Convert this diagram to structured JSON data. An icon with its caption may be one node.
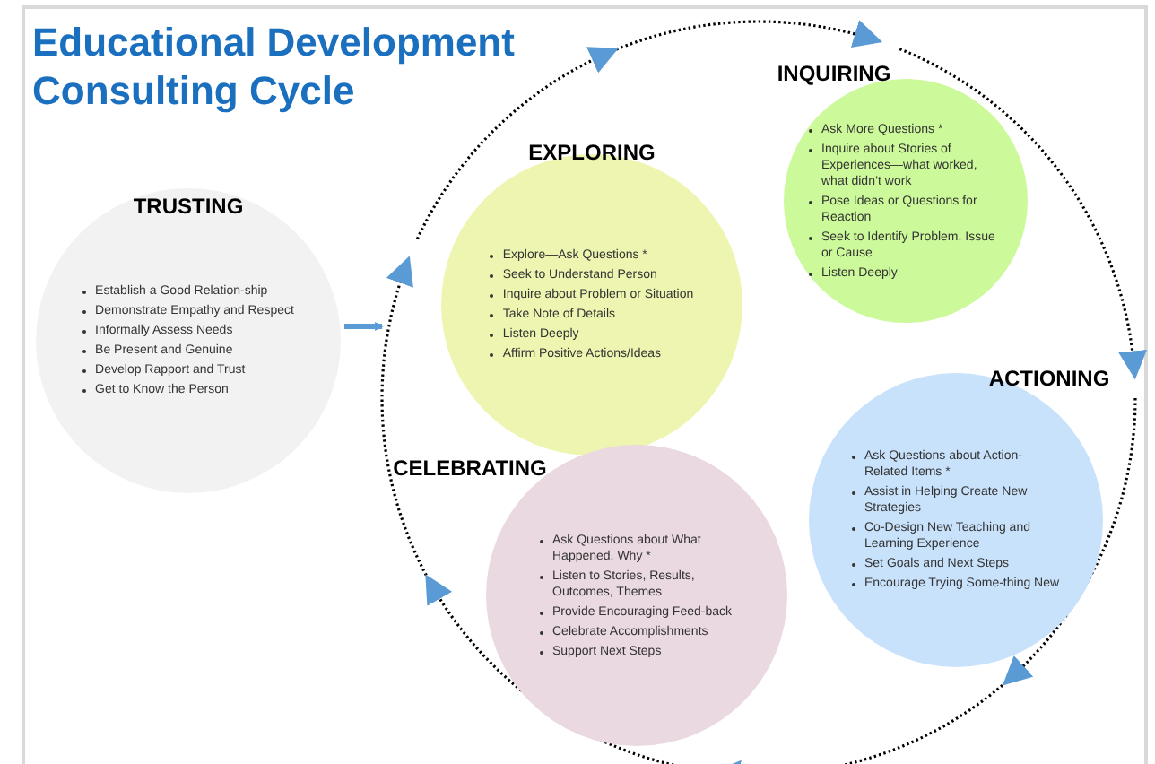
{
  "diagram": {
    "title": "Educational Development Consulting Cycle",
    "nodes": [
      {
        "text": [
          "TRUSTING",
          "Establish a Good Relation-ship",
          "Demonstrate Empathy and Respect",
          "Informally Assess Needs",
          "Be Present and Genuine",
          "Develop Rapport and Trust",
          "Get to Know the Person"
        ]
      },
      {
        "text": [
          "EXPLORING",
          "Explore—Ask Questions *",
          "Seek to Understand Person",
          "Inquire about Problem or Situation",
          "Take Note of Details",
          "Listen Deeply",
          "Affirm Positive Actions/Ideas"
        ]
      },
      {
        "text": [
          "INQUIRING",
          "Ask More Questions *",
          "Inquire about Stories of Experiences—what worked, what didn’t work",
          "Pose Ideas or Questions for Reaction",
          "Seek to Identify Problem, Issue or Cause",
          "Listen Deeply"
        ]
      },
      {
        "text": [
          "ACTIONING",
          "Ask Questions about Action-Related Items *",
          "Assist in Helping Create New Strategies",
          "Co-Design New Teaching and Learning Experience",
          "Set Goals and Next Steps",
          "Encourage Trying Some-thing New"
        ]
      },
      {
        "text": [
          "CELEBRATING",
          "Ask Questions about What Happened, Why *",
          "Listen to Stories, Results, Outcomes, Themes",
          "Provide Encouraging Feed-back",
          "Celebrate Accomplishments",
          "Support Next Steps"
        ]
      }
    ],
    "edges": [
      {
        "from": 0,
        "to": null,
        "arrow": "to",
        "color": "#5b9bd5"
      },
      {
        "from": 1,
        "to": 2,
        "arrow": "to",
        "style": "dashed"
      },
      {
        "from": 2,
        "to": 3,
        "arrow": "to",
        "style": "dashed"
      },
      {
        "from": 3,
        "to": 4,
        "arrow": "to",
        "style": "dashed"
      },
      {
        "from": 4,
        "to": 1,
        "arrow": "to",
        "style": "dashed"
      }
    ]
  }
}
